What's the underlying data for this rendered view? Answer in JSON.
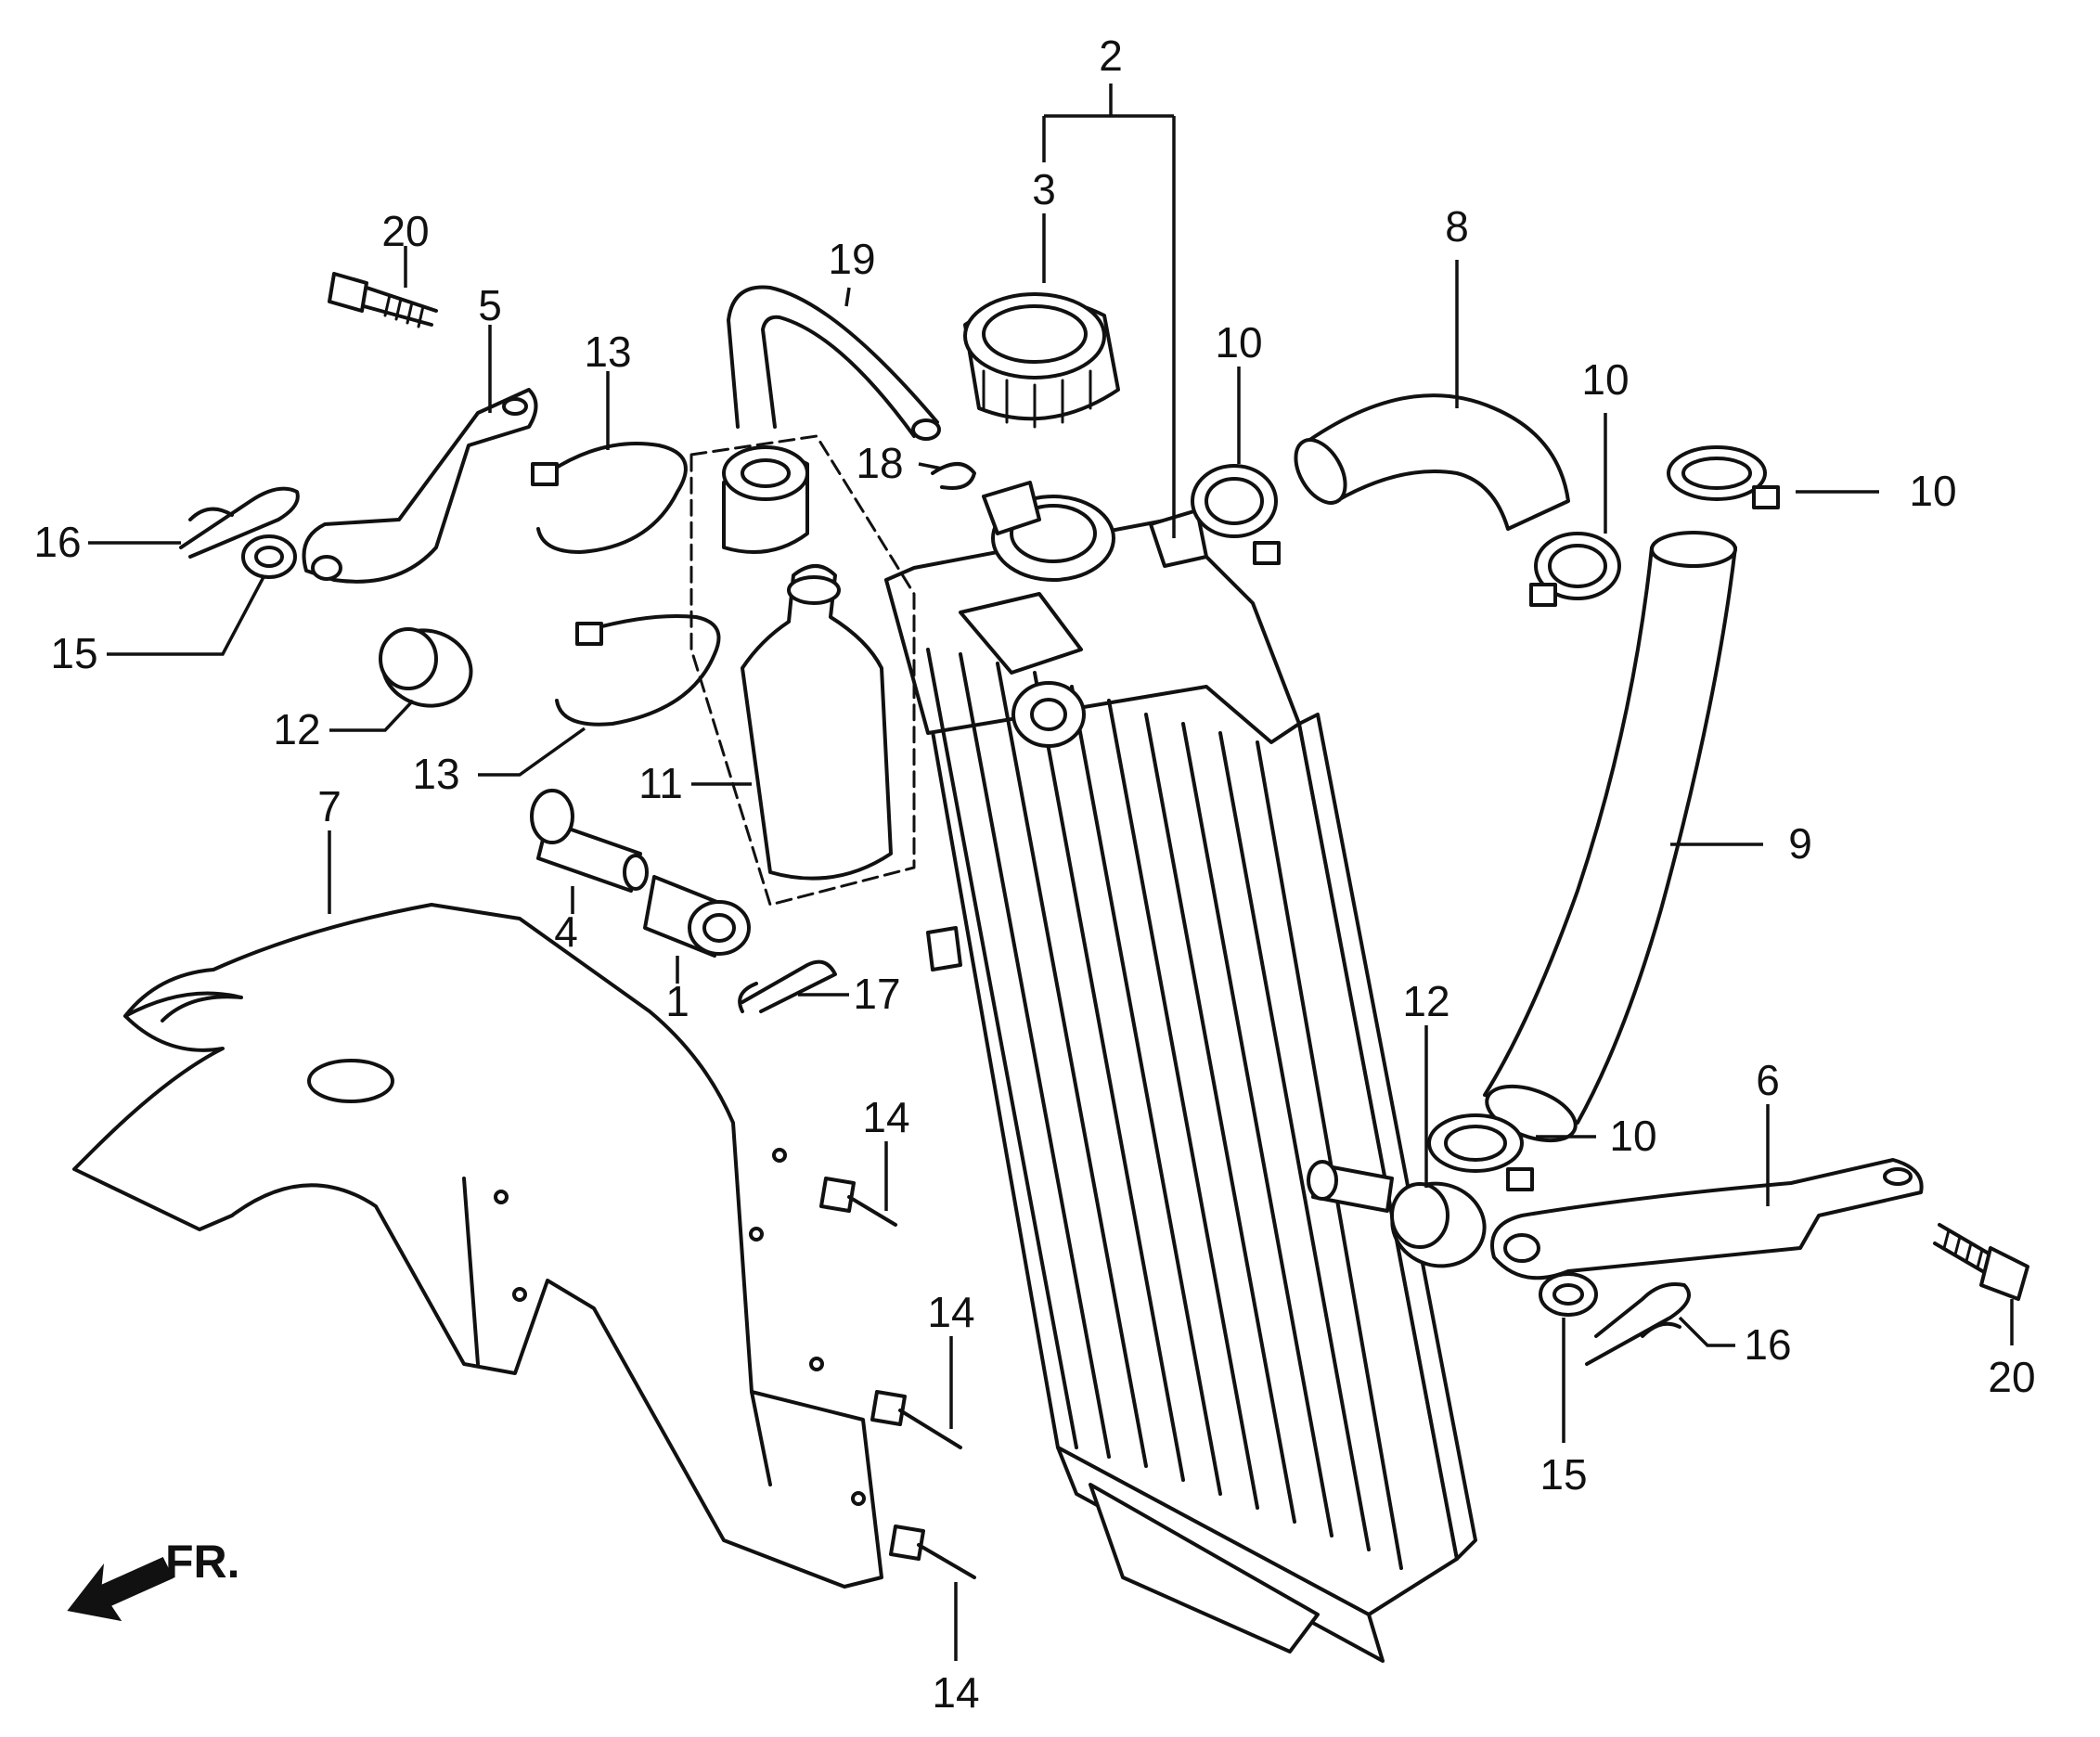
{
  "diagram": {
    "front_marker": "FR.",
    "callouts": [
      "1",
      "2",
      "3",
      "4",
      "5",
      "6",
      "7",
      "8",
      "9",
      "10",
      "11",
      "12",
      "13",
      "14",
      "15",
      "16",
      "17",
      "18",
      "19",
      "20"
    ]
  }
}
